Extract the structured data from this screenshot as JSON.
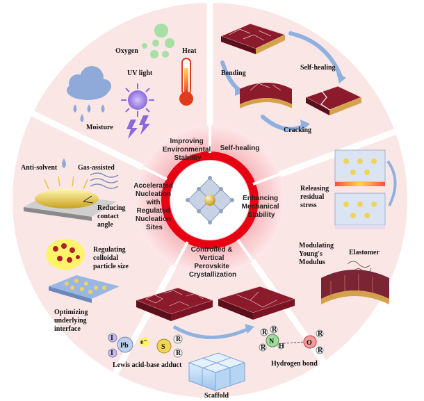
{
  "center_sectors": {
    "environmental": [
      "Improving",
      "Environmental",
      "Stability"
    ],
    "self_healing": [
      "Self-healing"
    ],
    "mechanical": [
      "Enhancing",
      "Mechanical",
      "Stability"
    ],
    "crystallization": [
      "Controlled &",
      "Vertical",
      "Perovskite",
      "Crystallization"
    ],
    "nucleation": [
      "Accelerated",
      "Nucleation",
      "with",
      "Regulated",
      "Nucleation",
      "Sites"
    ]
  },
  "outer_labels": {
    "oxygen": "Oxygen",
    "heat": "Heat",
    "uv_light": "UV light",
    "moisture": "Moisture",
    "bending": "Bending",
    "self_healing": "Self-healing",
    "cracking": "Cracking",
    "releasing": [
      "Releasing",
      "residual",
      "stress"
    ],
    "modulating": [
      "Modulating",
      "Young's",
      "Modulus"
    ],
    "elastomer": "Elastomer",
    "anti_solvent": "Anti-solvent",
    "gas_assisted": "Gas-assisted",
    "reducing": [
      "Reducing",
      "contact",
      "angle"
    ],
    "regulating": [
      "Regulating",
      "colloidal",
      "particle size"
    ],
    "optimizing": [
      "Optimizing",
      "underlying",
      "interface"
    ],
    "lewis": "Lewis acid-base adduct",
    "scaffold": "Scaffold",
    "hydrogen_bond": "Hydrogen bond"
  },
  "molecule_letters": {
    "pb": "Pb",
    "i": "I",
    "s": "S",
    "r": "R",
    "e": "e⁻",
    "n": "N",
    "h": "H",
    "o": "O"
  },
  "colors": {
    "sector_bg": "#fbe6e6",
    "ring_red": "#e60012",
    "ring_pink": "#f7b4b8",
    "perovskite": "#8b1a2b",
    "cloud": "#8fa9d8",
    "oxygen": "#9fdca0",
    "uv": "#a78be0"
  }
}
